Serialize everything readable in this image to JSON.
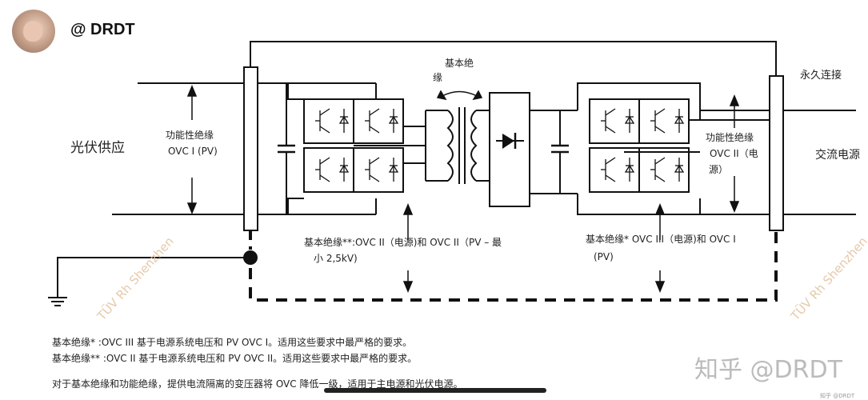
{
  "header": {
    "handle": "@ DRDT"
  },
  "labels": {
    "pv_supply": "光伏供应",
    "func_insul_pv_line1": "功能性绝缘",
    "func_insul_pv_line2": "OVC I (PV)",
    "basic_insul_top_line1": "基本绝",
    "basic_insul_top_line2": "缘",
    "permanent_connection": "永久连接",
    "func_insul_ac_line1": "功能性绝缘",
    "func_insul_ac_line2": "OVC II（电",
    "func_insul_ac_line3": "源）",
    "ac_supply": "交流电源",
    "basic_insul_left_line1": "基本绝缘**:OVC II（电源)和 OVC II（PV – 最",
    "basic_insul_left_line2": "小 2,5kV)",
    "basic_insul_right_line1": "基本绝缘* OVC III（电源)和 OVC I",
    "basic_insul_right_line2": "(PV)"
  },
  "footnotes": {
    "note1": "基本绝缘* :OVC III 基于电源系统电压和 PV OVC I。适用这些要求中最严格的要求。",
    "note2": "基本绝缘** :OVC II 基于电源系统电压和 PV OVC II。适用这些要求中最严格的要求。",
    "note3": "对于基本绝缘和功能绝缘，提供电流隔离的变压器将 OVC 降低一级，适用于主电源和光伏电源。"
  },
  "watermarks": {
    "zhihu": "知乎 @DRDT",
    "tuv": "TÜV Rh Shenzhen"
  },
  "corner_text": "知乎 @DRDT"
}
